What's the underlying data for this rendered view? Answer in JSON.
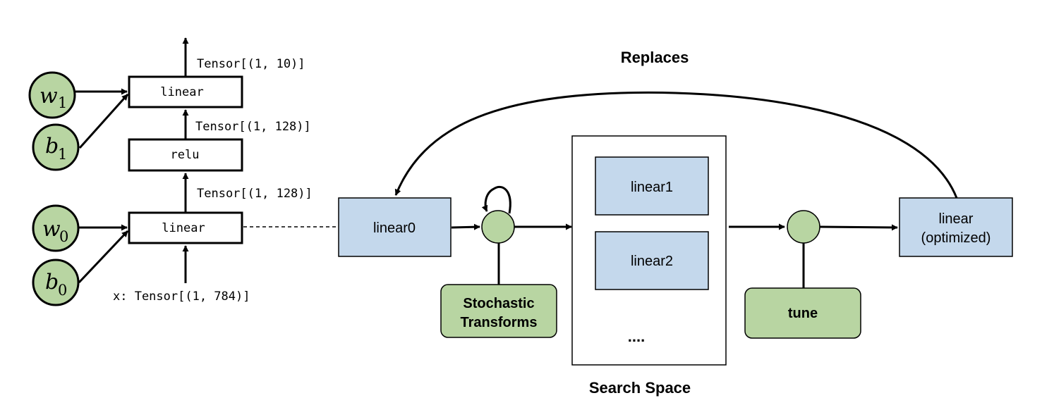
{
  "graph": {
    "node_linear_top": "linear",
    "node_relu": "relu",
    "node_linear_bottom": "linear",
    "tensor_top": "Tensor[(1, 10)]",
    "tensor_mid": "Tensor[(1, 128)]",
    "tensor_low": "Tensor[(1, 128)]",
    "input": "x: Tensor[(1, 784)]",
    "params": {
      "w1_letter": "w",
      "w1_sub": "1",
      "b1_letter": "b",
      "b1_sub": "1",
      "w0_letter": "w",
      "w0_sub": "0",
      "b0_letter": "b",
      "b0_sub": "0"
    }
  },
  "pipeline": {
    "replaces_label": "Replaces",
    "linear0": "linear0",
    "stochastic_line1": "Stochastic",
    "stochastic_line2": "Transforms",
    "search_space_items": [
      "linear1",
      "linear2",
      "...."
    ],
    "search_space_label": "Search Space",
    "tune": "tune",
    "optimized_line1": "linear",
    "optimized_line2": "(optimized)"
  },
  "colors": {
    "green_fill": "#b8d5a2",
    "blue_fill": "#c4d8ec",
    "stroke": "#000000"
  }
}
